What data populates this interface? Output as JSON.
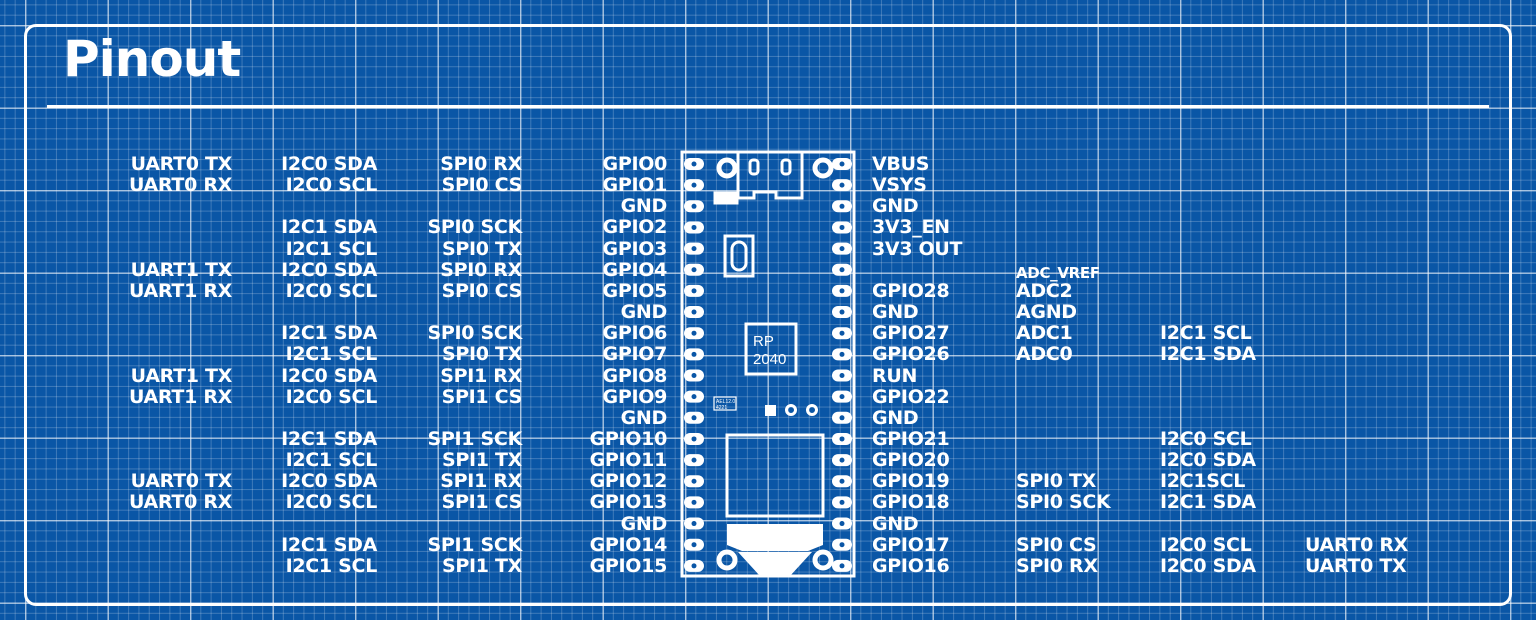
{
  "title": "Pinout",
  "board": {
    "chip_line1": "RP",
    "chip_line2": "2040",
    "small_marking_1": "AEL12.0",
    "small_marking_2": "4221"
  },
  "left_rows": [
    [
      "UART0 TX",
      "I2C0 SDA",
      "SPI0 RX",
      "GPIO0"
    ],
    [
      "UART0 RX",
      "I2C0 SCL",
      "SPI0 CS",
      "GPIO1"
    ],
    [
      "",
      "",
      "",
      "GND"
    ],
    [
      "",
      "I2C1 SDA",
      "SPI0 SCK",
      "GPIO2"
    ],
    [
      "",
      "I2C1 SCL",
      "SPI0 TX",
      "GPIO3"
    ],
    [
      "UART1 TX",
      "I2C0 SDA",
      "SPI0 RX",
      "GPIO4"
    ],
    [
      "UART1 RX",
      "I2C0 SCL",
      "SPI0 CS",
      "GPIO5"
    ],
    [
      "",
      "",
      "",
      "GND"
    ],
    [
      "",
      "I2C1 SDA",
      "SPI0 SCK",
      "GPIO6"
    ],
    [
      "",
      "I2C1 SCL",
      "SPI0 TX",
      "GPIO7"
    ],
    [
      "UART1 TX",
      "I2C0 SDA",
      "SPI1 RX",
      "GPIO8"
    ],
    [
      "UART1 RX",
      "I2C0 SCL",
      "SPI1 CS",
      "GPIO9"
    ],
    [
      "",
      "",
      "",
      "GND"
    ],
    [
      "",
      "I2C1 SDA",
      "SPI1 SCK",
      "GPIO10"
    ],
    [
      "",
      "I2C1 SCL",
      "SPI1 TX",
      "GPIO11"
    ],
    [
      "UART0 TX",
      "I2C0 SDA",
      "SPI1 RX",
      "GPIO12"
    ],
    [
      "UART0 RX",
      "I2C0 SCL",
      "SPI1 CS",
      "GPIO13"
    ],
    [
      "",
      "",
      "",
      "GND"
    ],
    [
      "",
      "I2C1 SDA",
      "SPI1 SCK",
      "GPIO14"
    ],
    [
      "",
      "I2C1 SCL",
      "SPI1 TX",
      "GPIO15"
    ]
  ],
  "right_rows": [
    [
      "VBUS",
      "",
      "",
      ""
    ],
    [
      "VSYS",
      "",
      "",
      ""
    ],
    [
      "GND",
      "",
      "",
      ""
    ],
    [
      "3V3_EN",
      "",
      "",
      ""
    ],
    [
      "3V3 OUT",
      "",
      "",
      ""
    ],
    [
      "",
      "ADC_VREF",
      "",
      ""
    ],
    [
      "GPIO28",
      "ADC2",
      "",
      ""
    ],
    [
      "GND",
      "AGND",
      "",
      ""
    ],
    [
      "GPIO27",
      "ADC1",
      "I2C1 SCL",
      ""
    ],
    [
      "GPIO26",
      "ADC0",
      "I2C1 SDA",
      ""
    ],
    [
      "RUN",
      "",
      "",
      ""
    ],
    [
      "GPIO22",
      "",
      "",
      ""
    ],
    [
      "GND",
      "",
      "",
      ""
    ],
    [
      "GPIO21",
      "",
      "I2C0 SCL",
      ""
    ],
    [
      "GPIO20",
      "",
      "I2C0 SDA",
      ""
    ],
    [
      "GPIO19",
      "SPI0 TX",
      "I2C1SCL",
      ""
    ],
    [
      "GPIO18",
      "SPI0 SCK",
      "I2C1 SDA",
      ""
    ],
    [
      "GND",
      "",
      "",
      ""
    ],
    [
      "GPIO17",
      "SPI0 CS",
      "I2C0 SCL",
      "UART0 RX"
    ],
    [
      "GPIO16",
      "SPI0 RX",
      "I2C0 SDA",
      "UART0 TX"
    ]
  ]
}
